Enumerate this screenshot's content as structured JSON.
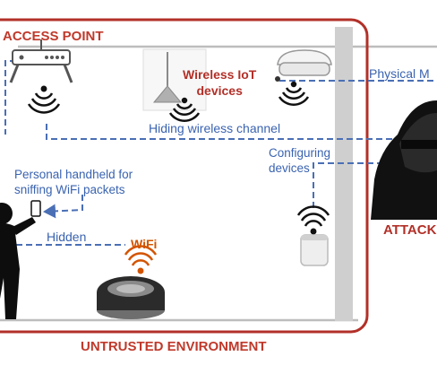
{
  "labels": {
    "access_point": "ACCESS POINT",
    "wireless_iot": "Wireless IoT",
    "devices": "devices",
    "physical": "Physical M",
    "hiding_channel": "Hiding wireless channel",
    "configuring": "Configuring",
    "configuring_devices": "devices",
    "handheld_line1": "Personal handheld for",
    "handheld_line2": "sniffing WiFi packets",
    "hidden": "Hidden",
    "wifi": "WiFi",
    "attacker": "ATTACK",
    "untrusted": "UNTRUSTED ENVIRONMENT"
  },
  "colors": {
    "boundary": "#b23028",
    "dashed_line": "#4a6fb5",
    "label_blue": "#3a63b0",
    "label_red": "#c0392b",
    "wifi_orange": "#d35400",
    "attacker_body": "#111111"
  },
  "icons": [
    "router-icon",
    "wifi-signal-icon",
    "pendant-lamp-icon",
    "smoke-detector-icon",
    "smart-speaker-icon",
    "robot-vacuum-icon",
    "phone-icon",
    "person-silhouette-icon",
    "hooded-attacker-icon"
  ]
}
